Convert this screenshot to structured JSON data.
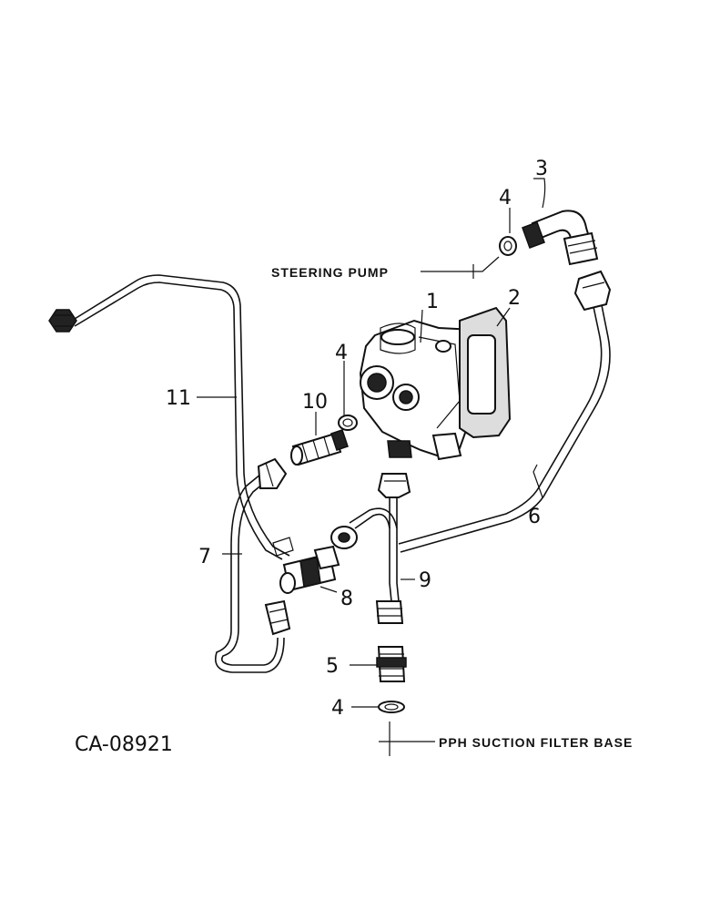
{
  "figure_id": "CA-08921",
  "labels": {
    "steering_pump": "STEERING PUMP",
    "suction_filter": "PPH SUCTION FILTER BASE"
  },
  "callouts": {
    "c1": "1",
    "c2": "2",
    "c3": "3",
    "c4a": "4",
    "c4b": "4",
    "c4c": "4",
    "c5": "5",
    "c6": "6",
    "c7": "7",
    "c8": "8",
    "c9": "9",
    "c10": "10",
    "c11": "11"
  }
}
